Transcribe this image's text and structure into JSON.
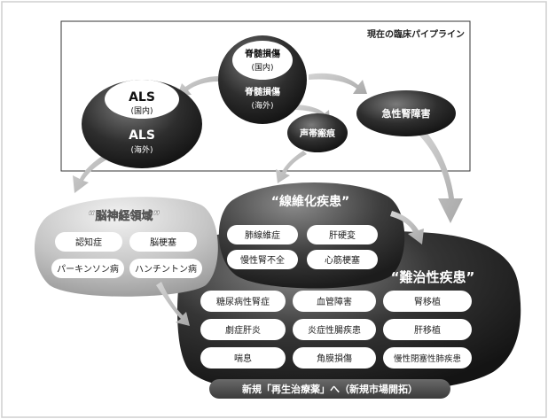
{
  "pipeline": {
    "title": "現在の臨床パイプライン",
    "spine_domestic": "脊髄損傷",
    "spine_domestic_sub": "(国内)",
    "spine_overseas": "脊髄損傷",
    "spine_overseas_sub": "(海外)",
    "als_domestic": "ALS",
    "als_domestic_sub": "(国内)",
    "als_overseas": "ALS",
    "als_overseas_sub": "(海外)",
    "vocal": "声帯瘢痕",
    "kidney": "急性腎障害"
  },
  "brain": {
    "title": "“脳神経領域”",
    "items": [
      "認知症",
      "脳梗塞",
      "パーキンソン病",
      "ハンチントン病"
    ]
  },
  "fibrosis": {
    "title": "“線維化疾患”",
    "items": [
      "肺線維症",
      "肝硬変",
      "慢性腎不全",
      "心筋梗塞"
    ]
  },
  "intractable": {
    "title": "“難治性疾患”",
    "items": [
      "糖尿病性腎症",
      "血管障害",
      "腎移植",
      "劇症肝炎",
      "炎症性腸疾患",
      "肝移植",
      "喘息",
      "角膜損傷",
      "慢性閉塞性肺疾患"
    ]
  },
  "footer": "新規「再生治療薬」へ（新規市場開拓）"
}
